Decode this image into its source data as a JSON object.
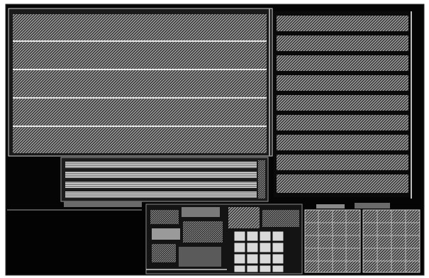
{
  "image": {
    "kind": "chip layout micrograph",
    "background_color": "#ffffff",
    "die_fill_color": "#050505",
    "hatch_dark": "#3a3a3a",
    "hatch_light": "#bdbdbd",
    "line_color": "#e6e6e6",
    "regions": {
      "upper_left_array": {
        "name": "memory-array-left",
        "row_stripes": 5
      },
      "upper_right_array": {
        "name": "memory-array-right",
        "row_stripes": 9
      },
      "bus_block": {
        "name": "bus-strip-block",
        "lanes": 4
      },
      "logic_block": {
        "name": "logic-block-bottom"
      },
      "grid_blocks": {
        "name": "cell-grid-blocks",
        "rows": 5,
        "cols": 4
      }
    }
  }
}
